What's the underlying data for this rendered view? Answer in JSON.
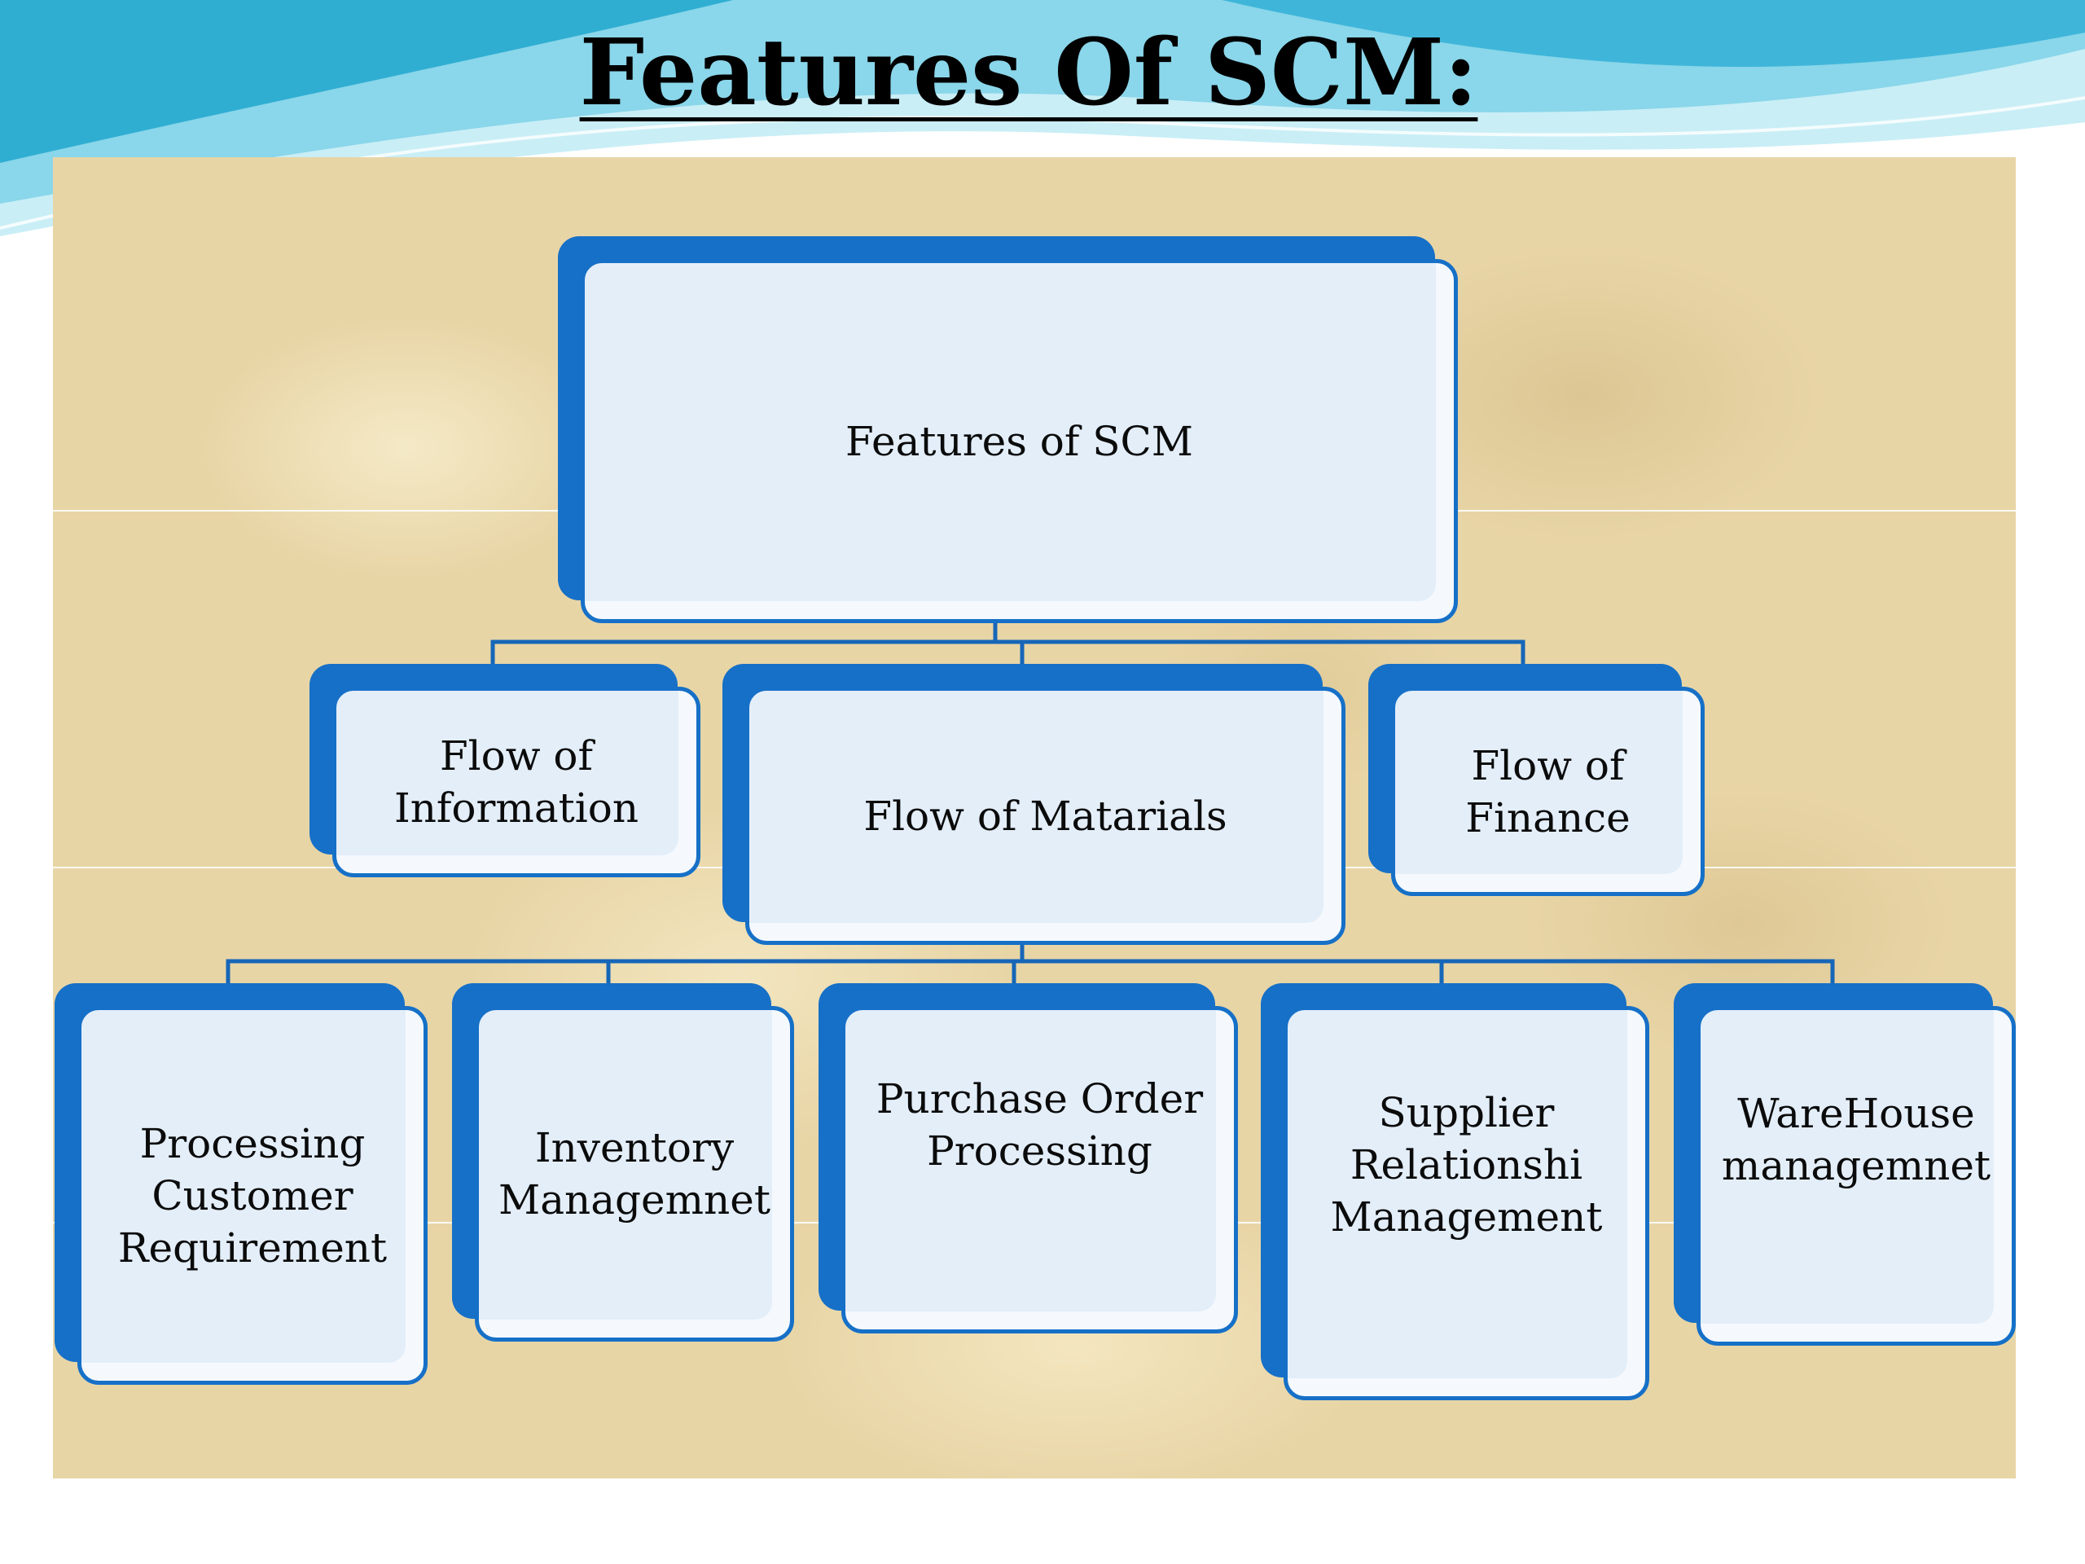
{
  "slide": {
    "title": "Features Of SCM:"
  },
  "diagram": {
    "root": {
      "label": "Features of SCM"
    },
    "level1": [
      {
        "id": "info",
        "lines": [
          "Flow of",
          "Information"
        ]
      },
      {
        "id": "materials",
        "lines": [
          "Flow of Matarials"
        ]
      },
      {
        "id": "finance",
        "lines": [
          "Flow of",
          "Finance"
        ]
      }
    ],
    "level2": [
      {
        "id": "customer",
        "lines": [
          "Processing",
          "Customer",
          "Requirement"
        ]
      },
      {
        "id": "inventory",
        "lines": [
          "Inventory",
          "Managemnet"
        ]
      },
      {
        "id": "purchase",
        "lines": [
          "Purchase Order",
          "Processing"
        ]
      },
      {
        "id": "supplier",
        "lines": [
          "Supplier",
          "Relationshi",
          "Management"
        ]
      },
      {
        "id": "warehouse",
        "lines": [
          "WareHouse",
          "managemnet"
        ]
      }
    ]
  },
  "colors": {
    "box_border": "#1670c7",
    "box_fill": "#e3eef9",
    "connector": "#1666b8",
    "parchment": "#e8d5a6",
    "wave_light": "#bfe9f3",
    "wave_dark": "#35b3d6"
  }
}
